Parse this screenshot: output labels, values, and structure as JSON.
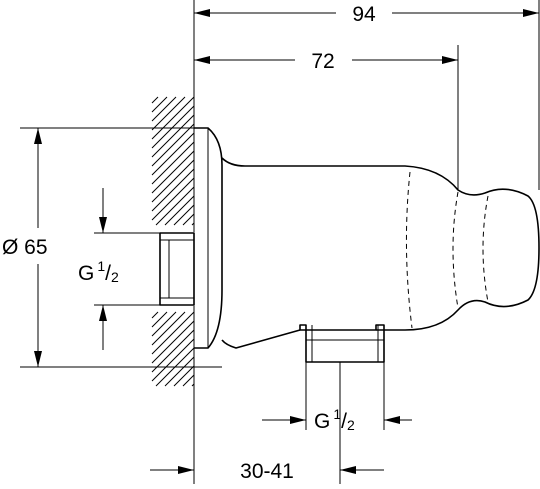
{
  "dimensions": {
    "overall_length": "94",
    "body_length": "72",
    "flange_diameter": "Ø 65",
    "thread_wall": {
      "prefix": "G",
      "numerator": "1",
      "slash": "/",
      "denominator": "2"
    },
    "thread_outlet": {
      "prefix": "G",
      "numerator": "1",
      "slash": "/",
      "denominator": "2"
    },
    "wall_depth_range": "30-41"
  }
}
